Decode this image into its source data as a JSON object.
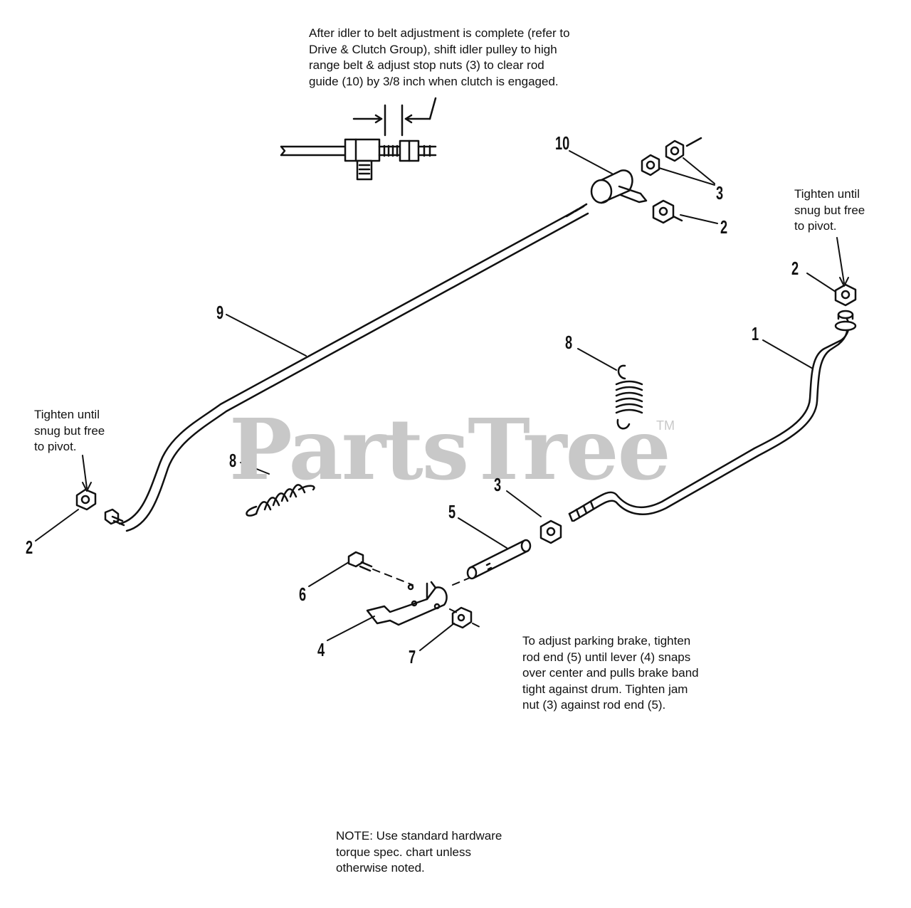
{
  "watermark": {
    "brand": "PartsTree",
    "tm": "TM"
  },
  "notes": {
    "top": "After idler to belt adjustment is complete (refer to\nDrive & Clutch Group), shift idler pulley to high\nrange belt & adjust stop nuts (3) to clear rod\nguide (10) by 3/8 inch when clutch is engaged.",
    "right_tighten": "Tighten until\nsnug but free\nto pivot.",
    "left_tighten": "Tighten until\nsnug but free\nto pivot.",
    "brake": "To adjust parking brake, tighten\nrod end (5) until lever (4) snaps\nover center and pulls brake band\ntight against drum. Tighten jam\nnut (3) against rod end (5).",
    "bottom": "NOTE: Use standard hardware\ntorque spec. chart unless\notherwise noted."
  },
  "callouts": {
    "c10": "10",
    "c3_top": "3",
    "c2_top": "2",
    "c2_right": "2",
    "c1": "1",
    "c9": "9",
    "c8_top": "8",
    "c8_left": "8",
    "c2_left": "2",
    "c3_mid": "3",
    "c5": "5",
    "c6": "6",
    "c4": "4",
    "c7": "7"
  }
}
